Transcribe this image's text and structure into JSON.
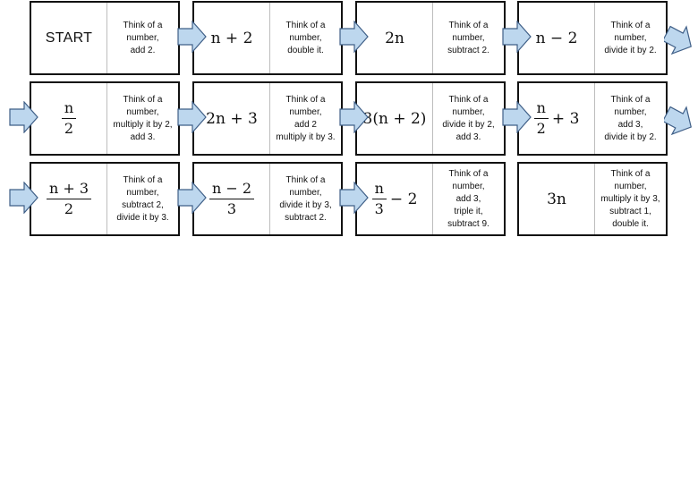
{
  "cards": [
    {
      "expr": "START",
      "text": "Think of a\nnumber,\nadd 2."
    },
    {
      "expr": "n + 2",
      "text": "Think of a\nnumber,\ndouble it."
    },
    {
      "expr": "2n",
      "text": "Think of a\nnumber,\nsubtract 2."
    },
    {
      "expr": "n − 2",
      "text": "Think of a\nnumber,\ndivide it by 2."
    },
    {
      "expr_num": "n",
      "expr_den": "2",
      "text": "Think of a\nnumber,\nmultiply it by 2,\nadd 3."
    },
    {
      "expr": "2n + 3",
      "text": "Think of a\nnumber,\nadd 2\nmultiply it by 3."
    },
    {
      "expr": "3(n + 2)",
      "text": "Think of a\nnumber,\ndivide it by 2,\nadd 3."
    },
    {
      "expr_num": "n",
      "expr_den": "2",
      "expr_suffix": "+ 3",
      "text": "Think of a\nnumber,\nadd 3,\ndivide it by 2."
    },
    {
      "expr_num": "n + 3",
      "expr_den": "2",
      "text": "Think of a\nnumber,\nsubtract 2,\ndivide it by 3."
    },
    {
      "expr_num": "n − 2",
      "expr_den": "3",
      "text": "Think of a\nnumber,\ndivide it by 3,\nsubtract 2."
    },
    {
      "expr_num": "n",
      "expr_den": "3",
      "expr_suffix": "− 2",
      "text": "Think of a\nnumber,\nadd 3,\ntriple it,\nsubtract 9."
    },
    {
      "expr": "3n",
      "text": "Think of a\nnumber,\nmultiply it by 3,\nsubtract 1,\ndouble it."
    }
  ],
  "colors": {
    "arrow_fill": "#bdd7ee",
    "arrow_stroke": "#3f5f87",
    "border": "#111111",
    "divider": "#bdbdbd"
  }
}
